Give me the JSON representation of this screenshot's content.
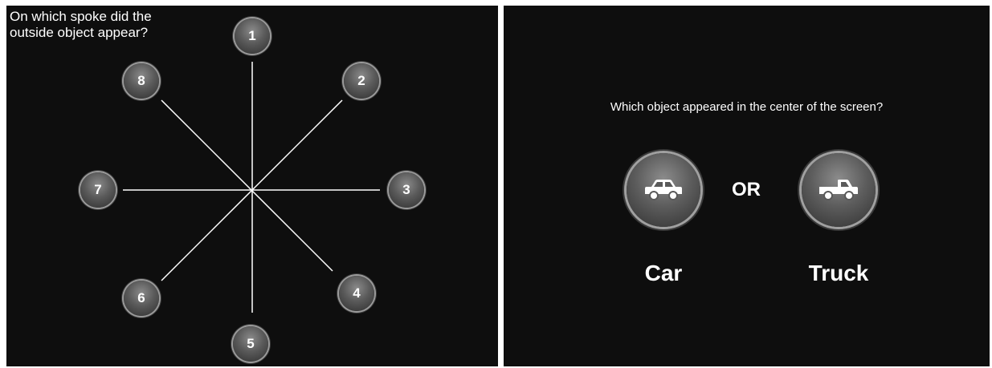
{
  "left_panel": {
    "question": "On which spoke did the\noutside object appear?",
    "spokes": [
      {
        "label": "1"
      },
      {
        "label": "2"
      },
      {
        "label": "3"
      },
      {
        "label": "4"
      },
      {
        "label": "5"
      },
      {
        "label": "6"
      },
      {
        "label": "7"
      },
      {
        "label": "8"
      }
    ]
  },
  "right_panel": {
    "question": "Which object appeared in the center of the screen?",
    "or_text": "OR",
    "options": [
      {
        "label": "Car",
        "icon": "car-icon"
      },
      {
        "label": "Truck",
        "icon": "truck-icon"
      }
    ]
  },
  "colors": {
    "background": "#0e0e0e",
    "text": "#ffffff",
    "button_gray": "#5a5a5a"
  }
}
